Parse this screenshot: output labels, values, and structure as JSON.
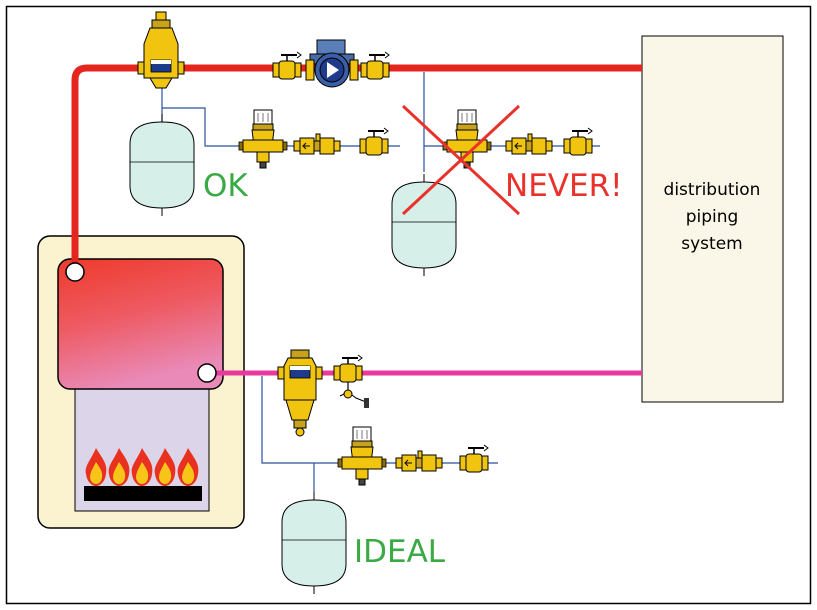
{
  "labels": {
    "ok": "OK",
    "never": "NEVER!",
    "ideal": "IDEAL",
    "distribution_line1": "distribution",
    "distribution_line2": "piping",
    "distribution_line3": "system"
  },
  "colors": {
    "supply_pipe": "#e5261f",
    "return_pipe": "#e83a9c",
    "water_line": "#2b4fa0",
    "tank_fill": "#d6efe9",
    "boiler_casing": "#fbf3cf",
    "good_label": "#3aaa45",
    "bad_label": "#e8322b",
    "brass": "#f1c40f",
    "distribution_box": "#fbf7e8"
  },
  "icons": [
    "air-separator-icon",
    "circulator-pump-icon",
    "expansion-tank-icon",
    "pressure-reducing-valve-icon",
    "backflow-preventer-icon",
    "ball-valve-icon",
    "dirt-separator-icon",
    "burner-flame-icon",
    "prohibited-x-icon"
  ]
}
